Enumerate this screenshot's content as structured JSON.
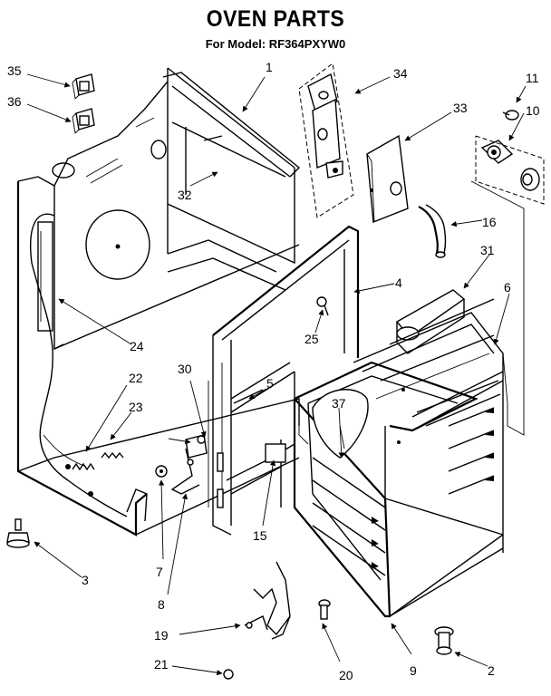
{
  "header": {
    "title": "OVEN PARTS",
    "subtitle": "For Model: RF364PXYW0"
  },
  "callouts": [
    "35",
    "36",
    "1",
    "34",
    "11",
    "10",
    "33",
    "32",
    "16",
    "31",
    "6",
    "4",
    "24",
    "25",
    "22",
    "30",
    "23",
    "5",
    "37",
    "3",
    "15",
    "7",
    "8",
    "19",
    "21",
    "20",
    "9",
    "2"
  ]
}
